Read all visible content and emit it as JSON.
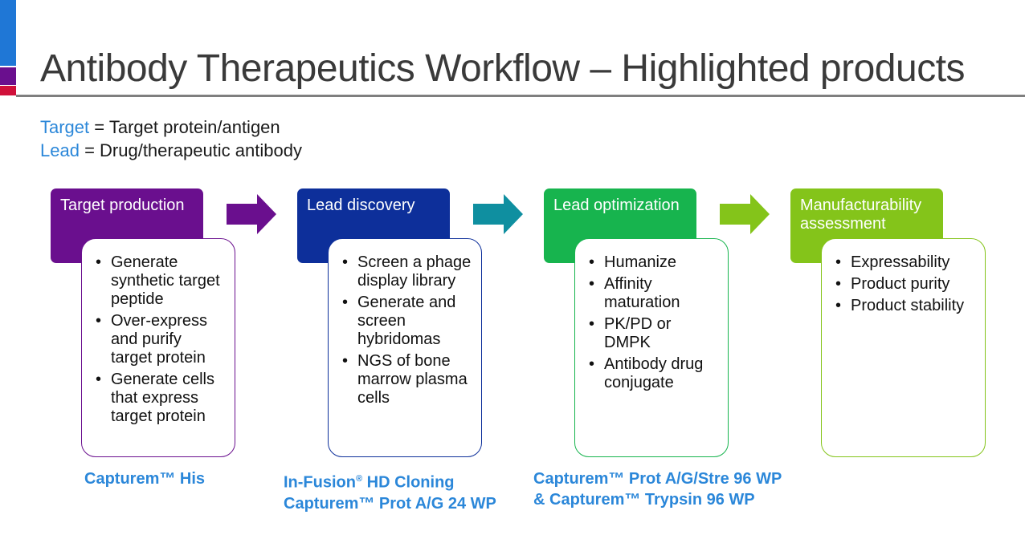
{
  "title": "Antibody Therapeutics Workflow – Highlighted products",
  "legend": [
    {
      "key": "Target",
      "text": " = Target protein/antigen"
    },
    {
      "key": "Lead",
      "text": " = Drug/therapeutic antibody"
    }
  ],
  "steps": [
    {
      "title": "Target production",
      "color": "#6a0f8e",
      "items": [
        "Generate synthetic target peptide",
        "Over-express and purify target protein",
        "Generate cells that express target protein"
      ]
    },
    {
      "title": "Lead discovery",
      "color": "#0d2f9a",
      "items": [
        "Screen a phage display library",
        "Generate and screen hybridomas",
        "NGS of bone marrow plasma cells"
      ]
    },
    {
      "title": "Lead optimization",
      "color": "#17b44e",
      "items": [
        "Humanize",
        "Affinity maturation",
        "PK/PD or DMPK",
        "Antibody drug conjugate"
      ]
    },
    {
      "title": "Manufacturability assessment",
      "color": "#84c41a",
      "items": [
        "Expressability",
        "Product purity",
        "Product stability"
      ]
    }
  ],
  "arrows": [
    {
      "color": "#6a0f8e"
    },
    {
      "color": "#0f8fa0"
    },
    {
      "color": "#84c41a"
    }
  ],
  "products": {
    "target_production": "Capturem™ His",
    "lead_discovery_line1": "In-Fusion",
    "lead_discovery_sup": "®",
    "lead_discovery_line1_rest": " HD Cloning",
    "lead_discovery_line2": "Capturem™ Prot A/G 24 WP",
    "lead_optimization_line1": "Capturem™ Prot A/G/Stre 96 WP",
    "lead_optimization_line2": "& Capturem™ Trypsin 96 WP"
  }
}
